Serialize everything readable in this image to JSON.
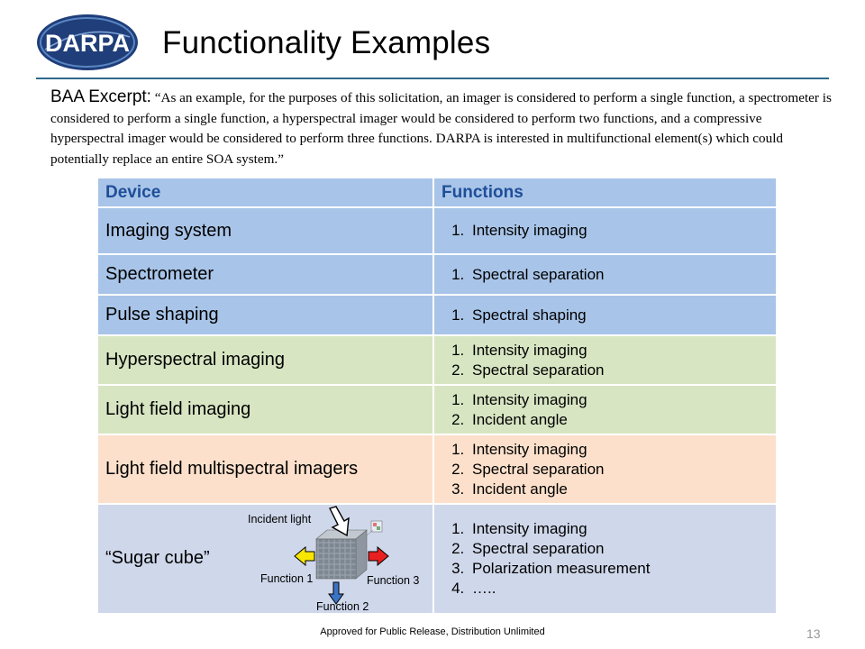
{
  "logo": {
    "text": "DARPA",
    "bg": "#1f3e7a"
  },
  "title": "Functionality Examples",
  "excerpt": {
    "label": "BAA Excerpt:",
    "text": "“As an example, for the purposes of this solicitation, an imager is considered to perform a single function, a spectrometer is considered to perform a single function, a hyperspectral imager would be considered to perform two functions, and a compressive hyperspectral imager would be considered to perform three functions. DARPA is interested in multifunctional element(s) which could potentially replace an entire SOA system.”"
  },
  "table": {
    "headers": [
      "Device",
      "Functions"
    ],
    "rows": [
      {
        "device": "Imaging system",
        "functions": [
          "Intensity imaging"
        ]
      },
      {
        "device": "Spectrometer",
        "functions": [
          "Spectral separation"
        ]
      },
      {
        "device": "Pulse shaping",
        "functions": [
          "Spectral shaping"
        ]
      },
      {
        "device": "Hyperspectral imaging",
        "functions": [
          "Intensity imaging",
          "Spectral separation"
        ]
      },
      {
        "device": "Light field imaging",
        "functions": [
          "Intensity imaging",
          "Incident angle"
        ]
      },
      {
        "device": "Light field multispectral imagers",
        "functions": [
          "Intensity imaging",
          "Spectral separation",
          "Incident angle"
        ]
      },
      {
        "device": "“Sugar cube”",
        "functions": [
          "Intensity imaging",
          "Spectral separation",
          "Polarization measurement",
          "….."
        ]
      }
    ],
    "colors": {
      "blue": "#a8c4e8",
      "green": "#d7e5c2",
      "peach": "#fce0cb",
      "lavender": "#cfd7ea",
      "header_text": "#1f4e99"
    }
  },
  "diagram": {
    "incident": "Incident light",
    "f1": "Function 1",
    "f2": "Function 2",
    "f3": "Function 3"
  },
  "footer": "Approved for Public Release, Distribution Unlimited",
  "page_number": "13"
}
